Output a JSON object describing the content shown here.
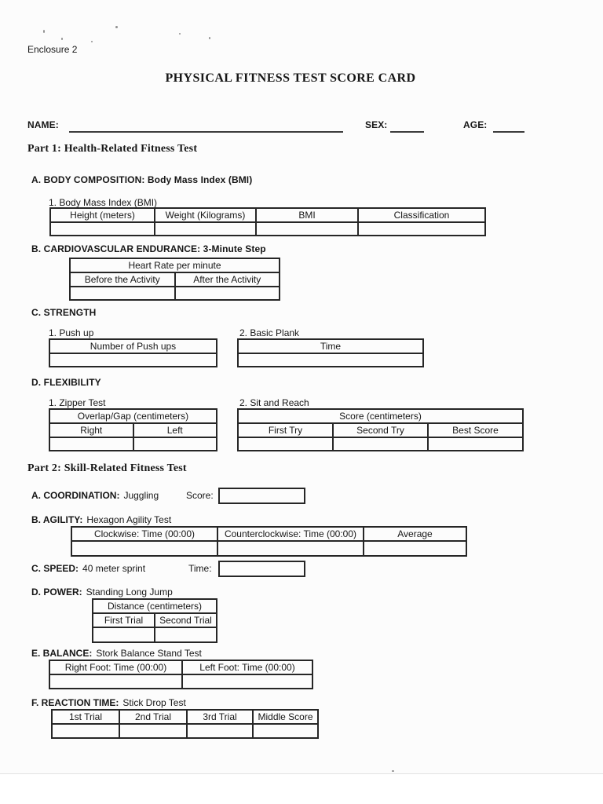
{
  "page": {
    "enclosure_label": "Enclosure 2",
    "title": "PHYSICAL FITNESS TEST SCORE CARD"
  },
  "identity": {
    "name_label": "NAME:",
    "name_value": "",
    "sex_label": "SEX:",
    "sex_value": "",
    "age_label": "AGE:",
    "age_value": ""
  },
  "part1": {
    "heading": "Part 1: Health-Related Fitness Test",
    "body_composition": {
      "label": "A. BODY COMPOSITION: Body Mass Index (BMI)",
      "sub_label": "1. Body Mass Index (BMI)",
      "table": {
        "headers": [
          "Height (meters)",
          "Weight (Kilograms)",
          "BMI",
          "Classification"
        ],
        "values": [
          "",
          "",
          "",
          ""
        ]
      }
    },
    "cardio": {
      "label": "B. CARDIOVASCULAR ENDURANCE: 3-Minute Step",
      "table": {
        "title": "Heart Rate per minute",
        "headers": [
          "Before the Activity",
          "After the Activity"
        ],
        "values": [
          "",
          ""
        ]
      }
    },
    "strength": {
      "label": "C. STRENGTH",
      "push_up": {
        "sub_label": "1. Push up",
        "table": {
          "headers": [
            "Number of Push ups"
          ],
          "values": [
            ""
          ]
        }
      },
      "plank": {
        "sub_label": "2. Basic Plank",
        "table": {
          "headers": [
            "Time"
          ],
          "values": [
            ""
          ]
        }
      }
    },
    "flexibility": {
      "label": "D. FLEXIBILITY",
      "zipper": {
        "sub_label": "1. Zipper Test",
        "table": {
          "title": "Overlap/Gap (centimeters)",
          "headers": [
            "Right",
            "Left"
          ],
          "values": [
            "",
            ""
          ]
        }
      },
      "sit_and_reach": {
        "sub_label": "2. Sit and Reach",
        "table": {
          "title": "Score (centimeters)",
          "headers": [
            "First Try",
            "Second Try",
            "Best Score"
          ],
          "values": [
            "",
            "",
            ""
          ]
        }
      }
    }
  },
  "part2": {
    "heading": "Part 2: Skill-Related Fitness Test",
    "coordination": {
      "label_bold": "A. COORDINATION:",
      "label_rest": "Juggling",
      "score_label": "Score:",
      "score_value": ""
    },
    "agility": {
      "label_bold": "B. AGILITY:",
      "label_rest": "Hexagon Agility Test",
      "table": {
        "headers": [
          "Clockwise: Time (00:00)",
          "Counterclockwise: Time (00:00)",
          "Average"
        ],
        "values": [
          "",
          "",
          ""
        ]
      }
    },
    "speed": {
      "label_bold": "C. SPEED:",
      "label_rest": "40 meter sprint",
      "time_label": "Time:",
      "time_value": ""
    },
    "power": {
      "label_bold": "D. POWER:",
      "label_rest": "Standing Long Jump",
      "table": {
        "title": "Distance (centimeters)",
        "headers": [
          "First Trial",
          "Second Trial"
        ],
        "values": [
          "",
          ""
        ]
      }
    },
    "balance": {
      "label_bold": "E. BALANCE:",
      "label_rest": "Stork Balance Stand Test",
      "table": {
        "headers": [
          "Right Foot: Time (00:00)",
          "Left Foot: Time (00:00)"
        ],
        "values": [
          "",
          ""
        ]
      }
    },
    "reaction": {
      "label_bold": "F. REACTION TIME:",
      "label_rest": "Stick Drop Test",
      "table": {
        "headers": [
          "1st Trial",
          "2nd Trial",
          "3rd Trial",
          "Middle Score"
        ],
        "values": [
          "",
          "",
          "",
          ""
        ]
      }
    }
  }
}
